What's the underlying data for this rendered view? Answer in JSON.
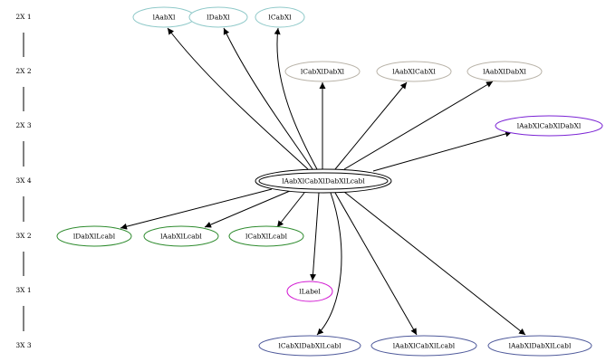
{
  "ranks": [
    {
      "id": "r1",
      "label": "2X 1"
    },
    {
      "id": "r2",
      "label": "2X 2"
    },
    {
      "id": "r3",
      "label": "2X 3"
    },
    {
      "id": "r4",
      "label": "3X 4"
    },
    {
      "id": "r5",
      "label": "3X 2"
    },
    {
      "id": "r6",
      "label": "3X 1"
    },
    {
      "id": "r7",
      "label": "3X 3"
    }
  ],
  "nodes": [
    {
      "id": "n_aabx",
      "label": "lAabXl",
      "color": "#8fc9c9"
    },
    {
      "id": "n_dabx",
      "label": "lDabXl",
      "color": "#8fc9c9"
    },
    {
      "id": "n_cabx",
      "label": "lCabXl",
      "color": "#8fc9c9"
    },
    {
      "id": "n_cabx_dabx",
      "label": "lCabXlDabXl",
      "color": "#b9b3a8"
    },
    {
      "id": "n_aabx_cabx",
      "label": "lAabXlCabXl",
      "color": "#b9b3a8"
    },
    {
      "id": "n_aabx_dabx",
      "label": "lAabXlDabXl",
      "color": "#b9b3a8"
    },
    {
      "id": "n_aabx_cabx_dabx",
      "label": "lAabXlCabXlDabXl",
      "color": "#7a22d4"
    },
    {
      "id": "n_center",
      "label": "lAabXlCabXlDabXlLcabl",
      "color": "#000000"
    },
    {
      "id": "n_dabx_l",
      "label": "lDabXlLcabl",
      "color": "#2e8b2e"
    },
    {
      "id": "n_aabx_l",
      "label": "lAabXlLcabl",
      "color": "#2e8b2e"
    },
    {
      "id": "n_cabx_l",
      "label": "lCabXlLcabl",
      "color": "#2e8b2e"
    },
    {
      "id": "n_label",
      "label": "lLabel",
      "color": "#d21ad2"
    },
    {
      "id": "n_cabx_dabx_l",
      "label": "lCabXlDabXlLcabl",
      "color": "#4f5a9b"
    },
    {
      "id": "n_aabx_cabx_l",
      "label": "lAabXlCabXlLcabl",
      "color": "#4f5a9b"
    },
    {
      "id": "n_aabx_dabx_l",
      "label": "lAabXlDabXlLcabl",
      "color": "#4f5a9b"
    }
  ],
  "edges": [
    {
      "from": "n_center",
      "to": "n_aabx"
    },
    {
      "from": "n_center",
      "to": "n_dabx"
    },
    {
      "from": "n_center",
      "to": "n_cabx"
    },
    {
      "from": "n_center",
      "to": "n_cabx_dabx"
    },
    {
      "from": "n_center",
      "to": "n_aabx_cabx"
    },
    {
      "from": "n_center",
      "to": "n_aabx_dabx"
    },
    {
      "from": "n_center",
      "to": "n_aabx_cabx_dabx"
    },
    {
      "from": "n_center",
      "to": "n_dabx_l"
    },
    {
      "from": "n_center",
      "to": "n_aabx_l"
    },
    {
      "from": "n_center",
      "to": "n_cabx_l"
    },
    {
      "from": "n_center",
      "to": "n_label"
    },
    {
      "from": "n_center",
      "to": "n_cabx_dabx_l"
    },
    {
      "from": "n_center",
      "to": "n_aabx_cabx_l"
    },
    {
      "from": "n_center",
      "to": "n_aabx_dabx_l"
    }
  ]
}
